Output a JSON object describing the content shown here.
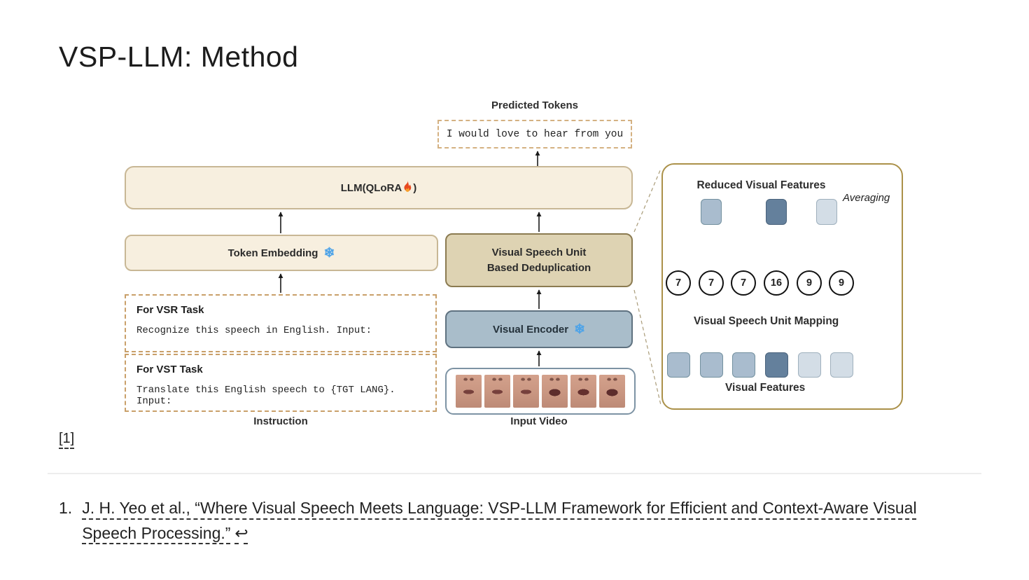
{
  "slide": {
    "title": "VSP-LLM: Method",
    "footnote_ref": "[1]"
  },
  "diagram": {
    "predicted_tokens_label": "Predicted Tokens",
    "predicted_text": "I would love to hear from you",
    "llm_box": {
      "label_prefix": "LLM(QLoRA",
      "label_suffix": ")"
    },
    "token_embedding": {
      "label": "Token Embedding",
      "snowflake_icon": "❄"
    },
    "dedup_box": {
      "line1": "Visual Speech Unit",
      "line2": "Based Deduplication"
    },
    "visual_encoder": {
      "label": "Visual Encoder",
      "snowflake_icon": "❄"
    },
    "vsr_task": {
      "title": "For VSR Task",
      "prompt": "Recognize this speech in English. Input:"
    },
    "vst_task": {
      "title": "For VST Task",
      "prompt": "Translate this English speech to {TGT LANG}. Input:"
    },
    "instruction_label": "Instruction",
    "input_video_label": "Input Video",
    "panel": {
      "reduced_label": "Reduced Visual Features",
      "averaging_label": "Averaging",
      "mapping_label": "Visual Speech Unit Mapping",
      "features_label": "Visual Features",
      "unit_values": [
        "7",
        "7",
        "7",
        "16",
        "9",
        "9"
      ]
    }
  },
  "citation": {
    "number": "1.",
    "text": "J. H. Yeo et al., “Where Visual Speech Meets Language: VSP-LLM Framework for Efficient and Context-Aware Visual Speech Processing.”",
    "backlink_icon": "↩"
  },
  "colors": {
    "cream_box_bg": "#f7efdf",
    "cream_box_border": "#c8b795",
    "dedup_box_bg": "#ded3b3",
    "encoder_box_bg": "#a9bdca",
    "snowflake_blue": "#4da3e8",
    "flame_orange": "#e8491f",
    "panel_border": "#ab9149",
    "feature_square_medium": "#a9bcce",
    "feature_square_dark": "#64809c",
    "feature_square_light": "#d3dde6",
    "dashed_instruction_border": "#c9a06a"
  }
}
